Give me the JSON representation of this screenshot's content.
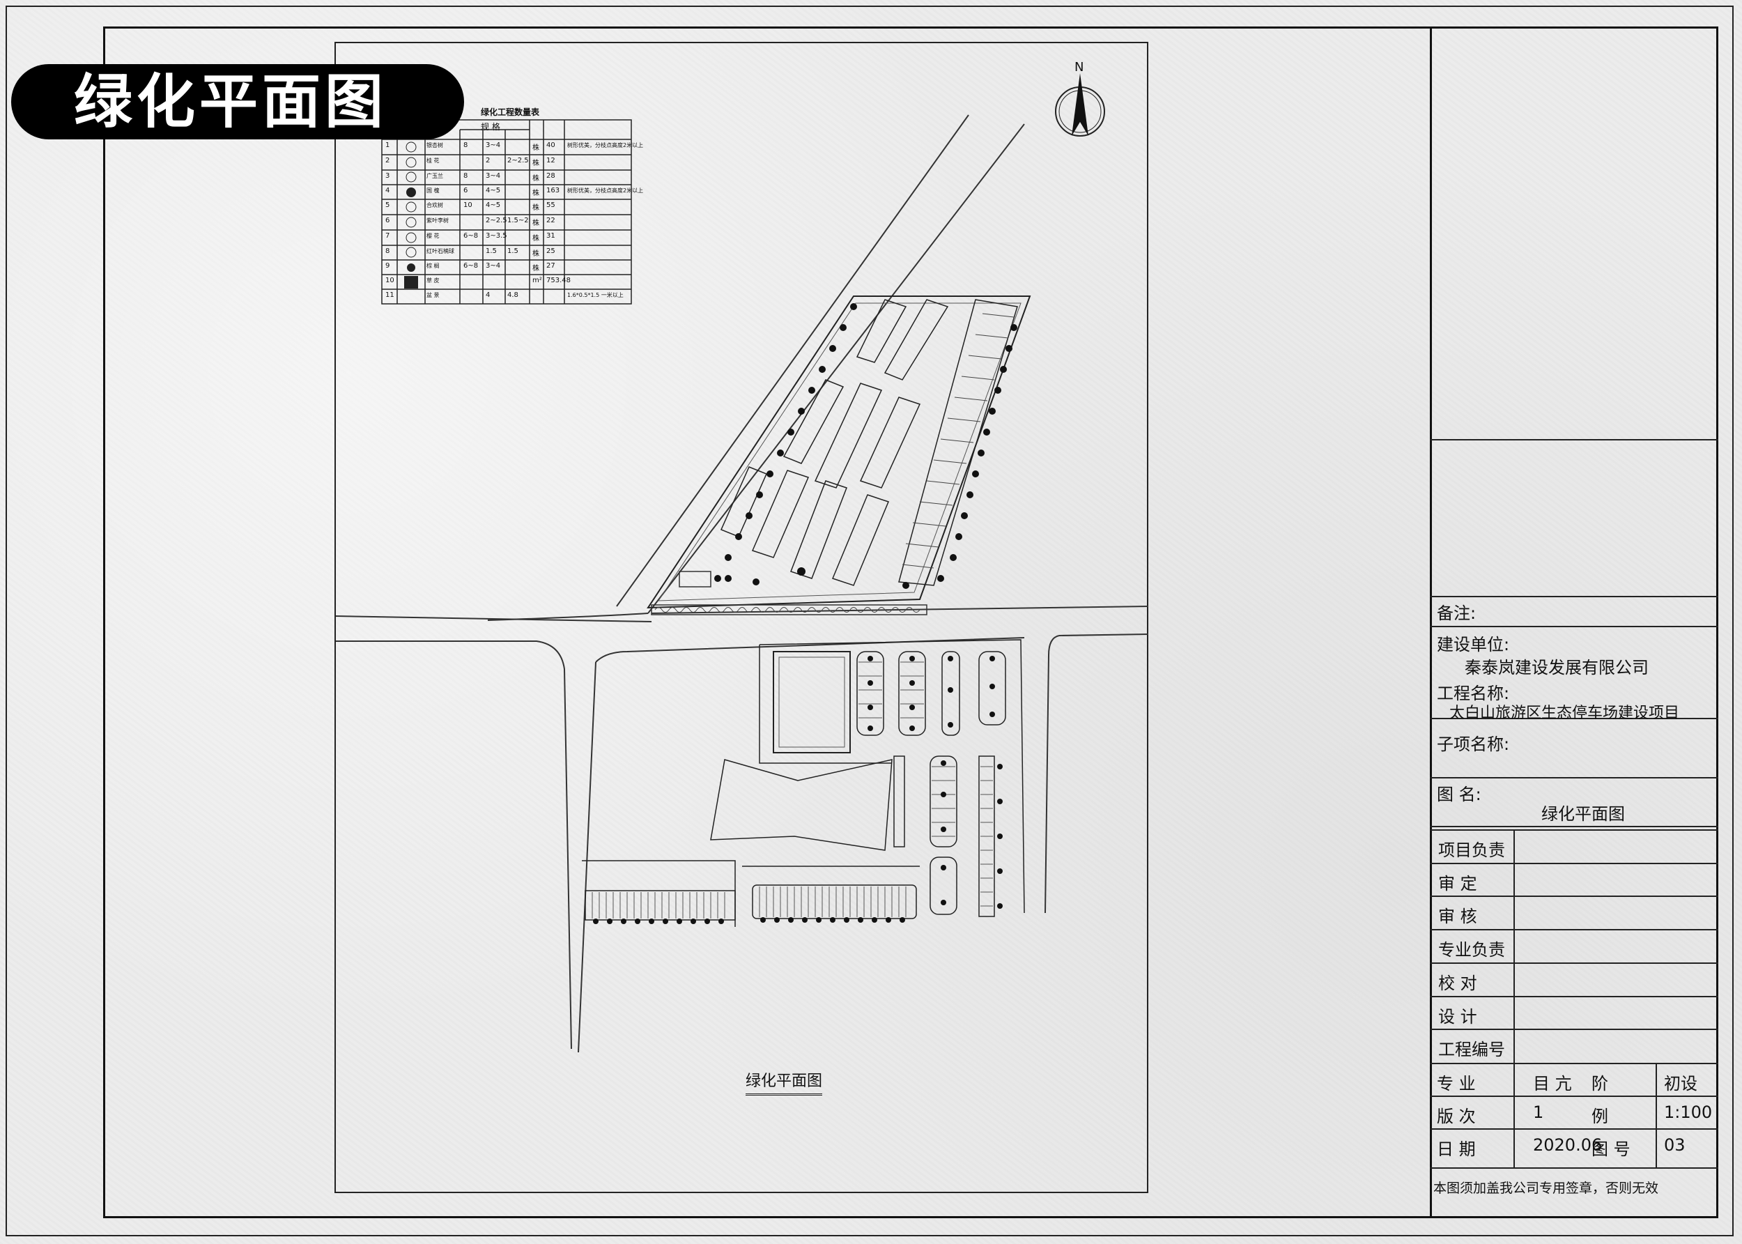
{
  "banner": {
    "title": "绿化平面图"
  },
  "drawing": {
    "caption": "绿化平面图",
    "north_label": "N",
    "quantity_table": {
      "title": "绿化工程数量表",
      "header_group": "规 格",
      "rows": [
        {
          "no": "1",
          "name": "银杏树",
          "dbh": "8",
          "height": "3~4",
          "crown": "",
          "unit": "株",
          "qty": "40",
          "note": "树形优美，分枝点高度2米以上"
        },
        {
          "no": "2",
          "name": "桂 花",
          "dbh": "",
          "height": "2",
          "crown": "2~2.5",
          "unit": "株",
          "qty": "12",
          "note": ""
        },
        {
          "no": "3",
          "name": "广玉兰",
          "dbh": "8",
          "height": "3~4",
          "crown": "",
          "unit": "株",
          "qty": "28",
          "note": ""
        },
        {
          "no": "4",
          "name": "国 槐",
          "dbh": "6",
          "height": "4~5",
          "crown": "",
          "unit": "株",
          "qty": "163",
          "note": "树形优美，分枝点高度2米以上"
        },
        {
          "no": "5",
          "name": "合欢树",
          "dbh": "10",
          "height": "4~5",
          "crown": "",
          "unit": "株",
          "qty": "55",
          "note": ""
        },
        {
          "no": "6",
          "name": "紫叶李树",
          "dbh": "",
          "height": "2~2.5",
          "crown": "1.5~2",
          "unit": "株",
          "qty": "22",
          "note": ""
        },
        {
          "no": "7",
          "name": "樱 花",
          "dbh": "6~8",
          "height": "3~3.5",
          "crown": "",
          "unit": "株",
          "qty": "31",
          "note": ""
        },
        {
          "no": "8",
          "name": "红叶石楠球",
          "dbh": "",
          "height": "1.5",
          "crown": "1.5",
          "unit": "株",
          "qty": "25",
          "note": ""
        },
        {
          "no": "9",
          "name": "棕 榈",
          "dbh": "6~8",
          "height": "3~4",
          "crown": "",
          "unit": "株",
          "qty": "27",
          "note": ""
        },
        {
          "no": "10",
          "name": "草 皮",
          "dbh": "",
          "height": "",
          "crown": "",
          "unit": "m²",
          "qty": "753.48",
          "note": ""
        },
        {
          "no": "11",
          "name": "盆 景",
          "dbh": "",
          "height": "4",
          "crown": "4.8",
          "unit": "",
          "qty": "",
          "note": "1.6*0.5*1.5 一米以上"
        }
      ]
    }
  },
  "title_block": {
    "remarks_label": "备注:",
    "client_label": "建设单位:",
    "client_value": "秦泰岚建设发展有限公司",
    "project_label": "工程名称:",
    "project_value": "太白山旅游区生态停车场建设项目",
    "subitem_label": "子项名称:",
    "drawing_name_label": "图    名:",
    "drawing_name_value": "绿化平面图",
    "sign_rows": [
      "项目负责",
      "审    定",
      "审    核",
      "专业负责",
      "校    对",
      "设    计",
      "工程编号"
    ],
    "info_rows": [
      {
        "l1": "专    业",
        "v1": "目 亢",
        "l2": "阶",
        "v2": "初设"
      },
      {
        "l1": "版    次",
        "v1": "1",
        "l2": "例",
        "v2": "1:100"
      },
      {
        "l1": "日    期",
        "v1": "2020.06",
        "l2": "图    号",
        "v2": "03"
      }
    ],
    "footer_note": "本图须加盖我公司专用签章，否则无效"
  }
}
